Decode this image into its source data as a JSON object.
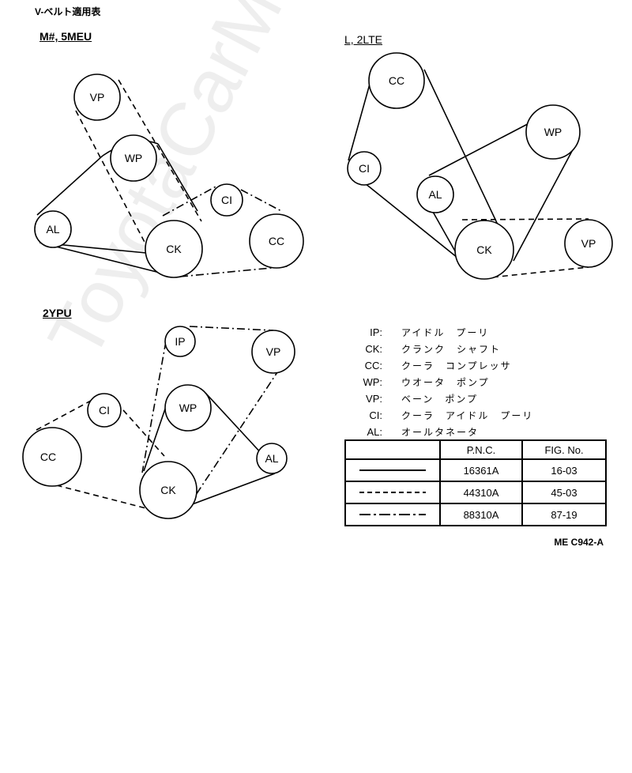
{
  "page": {
    "title": "V-ベルト適用表",
    "watermark": "ToyotaCarMine.ru",
    "footer_code": "ME C942-A"
  },
  "diagrams": [
    {
      "model": "M#, 5MEU",
      "labels": [
        "VP",
        "WP",
        "AL",
        "CI",
        "CK",
        "CC"
      ]
    },
    {
      "model": "L, 2LTE",
      "labels": [
        "CC",
        "WP",
        "CI",
        "AL",
        "CK",
        "VP"
      ]
    },
    {
      "model": "2YPU",
      "labels": [
        "IP",
        "VP",
        "CI",
        "WP",
        "CC",
        "AL",
        "CK"
      ]
    }
  ],
  "legend": [
    {
      "code": "IP:",
      "desc": "アイドル　プーリ"
    },
    {
      "code": "CK:",
      "desc": "クランク　シャフト"
    },
    {
      "code": "CC:",
      "desc": "クーラ　コンプレッサ"
    },
    {
      "code": "WP:",
      "desc": "ウオータ　ポンプ"
    },
    {
      "code": "VP:",
      "desc": "ベーン　ポンプ"
    },
    {
      "code": "CI:",
      "desc": "クーラ　アイドル　プーリ"
    },
    {
      "code": "AL:",
      "desc": "オールタネータ"
    }
  ],
  "table": {
    "headers": [
      "",
      "P.N.C.",
      "FIG. No."
    ],
    "rows": [
      {
        "line": "solid",
        "pnc": "16361A",
        "fig": "16-03"
      },
      {
        "line": "dashed",
        "pnc": "44310A",
        "fig": "45-03"
      },
      {
        "line": "dash-dot",
        "pnc": "88310A",
        "fig": "87-19"
      }
    ]
  }
}
